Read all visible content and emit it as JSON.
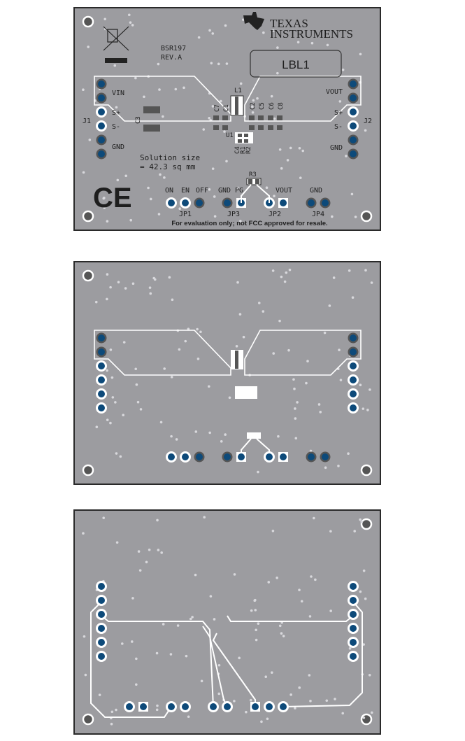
{
  "top_layer": {
    "board_id": "BSR197",
    "revision": "REV.A",
    "logo_text": [
      "TEXAS",
      "INSTRUMENTS"
    ],
    "label_box": "LBL1",
    "connector_left": "J1",
    "connector_right": "J2",
    "left_pins": [
      "VIN",
      "S+",
      "S-",
      "GND"
    ],
    "right_pins": [
      "VOUT",
      "S+",
      "S-",
      "GND"
    ],
    "components": [
      "L1",
      "C7",
      "C1",
      "C2",
      "C5",
      "C6",
      "C8",
      "C3",
      "U1",
      "C4",
      "R1",
      "R2",
      "R3"
    ],
    "solution_size": [
      "Solution size",
      "= 42.3 sq mm"
    ],
    "jumper_labels": [
      "ON",
      "EN",
      "OFF",
      "GND",
      "PG",
      "VOUT",
      "GND"
    ],
    "jumpers": [
      "JP1",
      "JP3",
      "JP2",
      "JP4"
    ],
    "disclaimer": "For evaluation only; not FCC approved for resale.",
    "ce_mark": "CE"
  },
  "colors": {
    "board": "#9c9ca0",
    "pad": "#0d4a7a",
    "silkscreen": "#ffffff"
  }
}
